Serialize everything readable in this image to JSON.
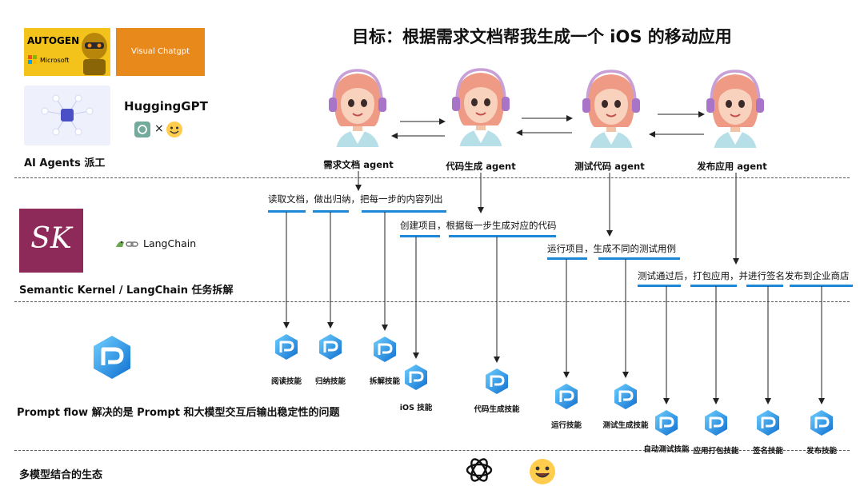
{
  "title": "目标：根据需求文档帮我生成一个 iOS 的移动应用",
  "logos": {
    "autogen_text": "AUTOGEN",
    "microsoft_text": "Microsoft",
    "visual_chatgpt_text": "Visual Chatgpt",
    "hugginggpt_text": "HuggingGPT",
    "times_symbol": "×",
    "sk_text": "SK",
    "langchain_text": "LangChain"
  },
  "sections": {
    "agents": "AI Agents 派工",
    "planning": "Semantic Kernel / LangChain 任务拆解",
    "promptflow": "Prompt flow 解决的是 Prompt 和大模型交互后输出稳定性的问题",
    "ecosystem": "多模型结合的生态"
  },
  "agents": [
    {
      "label": "需求文档 agent"
    },
    {
      "label": "代码生成 agent"
    },
    {
      "label": "测试代码 agent"
    },
    {
      "label": "发布应用 agent"
    }
  ],
  "tasks": [
    "读取文档，做出归纳，把每一步的内容列出",
    "创建项目，根据每一步生成对应的代码",
    "运行项目，生成不同的测试用例",
    "测试通过后，打包应用，并进行签名发布到企业商店"
  ],
  "skills": [
    "阅读技能",
    "归纳技能",
    "拆解技能",
    "iOS 技能",
    "代码生成技能",
    "运行技能",
    "测试生成技能",
    "自动测试技能",
    "应用打包技能",
    "签名技能",
    "发布技能"
  ],
  "colors": {
    "accent_blue": "#1e88d8",
    "sk_purple": "#8e2a5a",
    "visual_chatgpt_orange": "#e8891c",
    "autogen_yellow": "#f3c21b"
  }
}
